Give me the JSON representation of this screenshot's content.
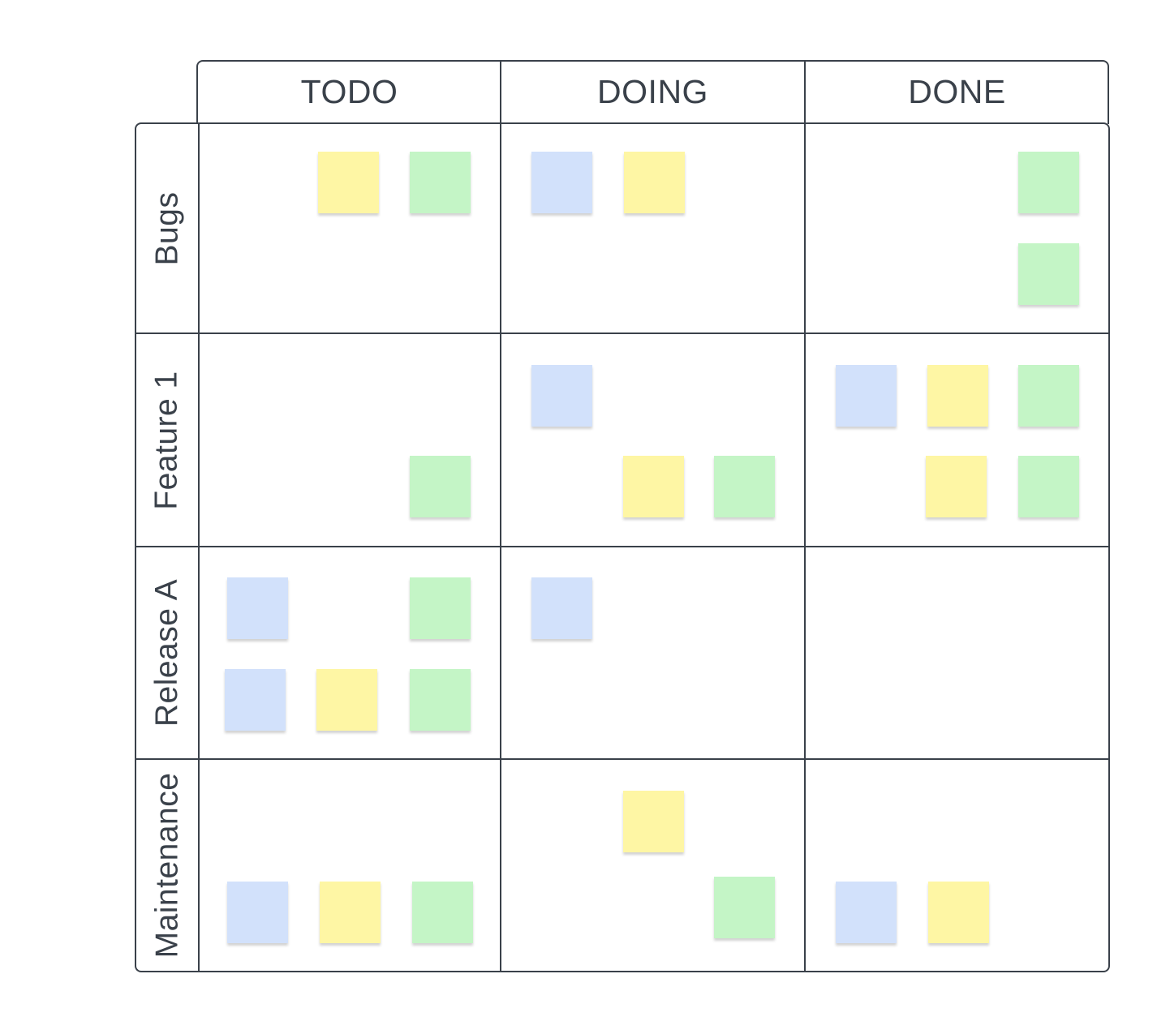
{
  "board": {
    "columns": [
      "TODO",
      "DOING",
      "DONE"
    ],
    "rows": [
      "Bugs",
      "Feature 1",
      "Release A",
      "Maintenance"
    ]
  },
  "note_colors": {
    "blue": "#d2e1fb",
    "yellow": "#fef6a4",
    "green": "#c4f5c6"
  },
  "notes": [
    {
      "row": 0,
      "col": 0,
      "color": "yellow"
    },
    {
      "row": 0,
      "col": 0,
      "color": "green"
    },
    {
      "row": 0,
      "col": 1,
      "color": "blue"
    },
    {
      "row": 0,
      "col": 1,
      "color": "yellow"
    },
    {
      "row": 0,
      "col": 2,
      "color": "green"
    },
    {
      "row": 0,
      "col": 2,
      "color": "green"
    },
    {
      "row": 1,
      "col": 0,
      "color": "green"
    },
    {
      "row": 1,
      "col": 1,
      "color": "blue"
    },
    {
      "row": 1,
      "col": 1,
      "color": "yellow"
    },
    {
      "row": 1,
      "col": 1,
      "color": "green"
    },
    {
      "row": 1,
      "col": 2,
      "color": "blue"
    },
    {
      "row": 1,
      "col": 2,
      "color": "yellow"
    },
    {
      "row": 1,
      "col": 2,
      "color": "green"
    },
    {
      "row": 1,
      "col": 2,
      "color": "yellow"
    },
    {
      "row": 1,
      "col": 2,
      "color": "green"
    },
    {
      "row": 2,
      "col": 0,
      "color": "blue"
    },
    {
      "row": 2,
      "col": 0,
      "color": "green"
    },
    {
      "row": 2,
      "col": 0,
      "color": "blue"
    },
    {
      "row": 2,
      "col": 0,
      "color": "yellow"
    },
    {
      "row": 2,
      "col": 0,
      "color": "green"
    },
    {
      "row": 2,
      "col": 1,
      "color": "blue"
    },
    {
      "row": 3,
      "col": 0,
      "color": "blue"
    },
    {
      "row": 3,
      "col": 0,
      "color": "yellow"
    },
    {
      "row": 3,
      "col": 0,
      "color": "green"
    },
    {
      "row": 3,
      "col": 1,
      "color": "yellow"
    },
    {
      "row": 3,
      "col": 1,
      "color": "green"
    },
    {
      "row": 3,
      "col": 2,
      "color": "blue"
    },
    {
      "row": 3,
      "col": 2,
      "color": "yellow"
    }
  ]
}
